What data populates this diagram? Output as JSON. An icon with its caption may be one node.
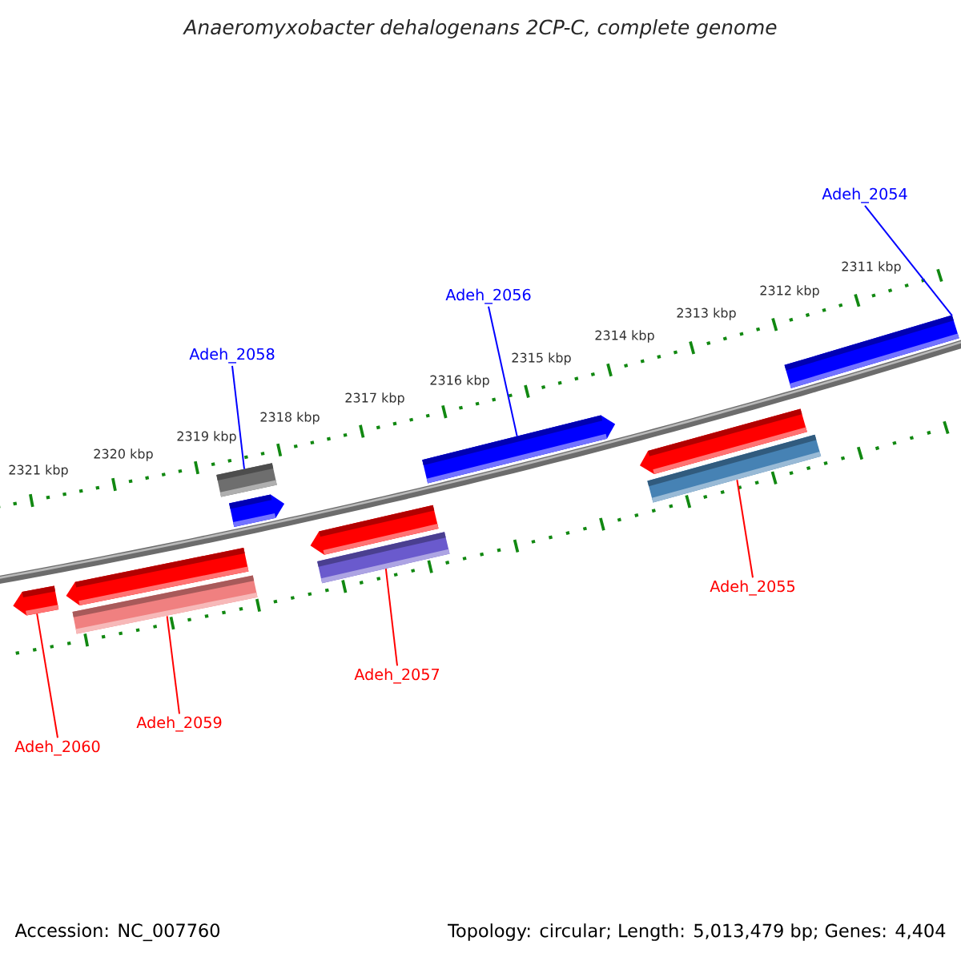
{
  "diagram": {
    "title": "Anaeromyxobacter dehalogenans 2CP-C, complete genome",
    "nodes": [
      {
        "text": [
          "Adeh_2054"
        ]
      },
      {
        "text": [
          "Adeh_2056"
        ]
      },
      {
        "text": [
          "Adeh_2058"
        ]
      },
      {
        "text": [
          "Adeh_2055"
        ]
      },
      {
        "text": [
          "Adeh_2057"
        ]
      },
      {
        "text": [
          "Adeh_2059"
        ]
      },
      {
        "text": [
          "Adeh_2060"
        ]
      },
      {
        "text": [],
        "shape": "pentagon"
      },
      {
        "text": [],
        "shape": "pentagon"
      },
      {
        "text": [],
        "shape": "bar"
      },
      {
        "text": [],
        "shape": "bar"
      },
      {
        "text": [],
        "shape": "pentagon"
      },
      {
        "text": [],
        "shape": "pentagon"
      },
      {
        "text": [],
        "shape": "bar"
      },
      {
        "text": [],
        "shape": "pentagon"
      },
      {
        "text": [],
        "shape": "pentagon"
      },
      {
        "text": [],
        "shape": "bar"
      },
      {
        "text": [],
        "shape": "bar"
      }
    ],
    "edges": [
      {
        "from": 0,
        "to": 17,
        "arrow": "none",
        "color": "#0000ff"
      },
      {
        "from": 1,
        "to": 14,
        "arrow": "none",
        "color": "#0000ff"
      },
      {
        "from": 2,
        "to": 10,
        "arrow": "none",
        "color": "#0000ff"
      },
      {
        "from": 3,
        "to": 16,
        "arrow": "none"
      },
      {
        "from": 4,
        "to": 13,
        "arrow": "none"
      },
      {
        "from": 5,
        "to": 9,
        "arrow": "none"
      },
      {
        "from": 6,
        "to": 7,
        "arrow": "none"
      }
    ],
    "labels": [
      "2311 kbp",
      "2312 kbp",
      "2313 kbp",
      "2314 kbp",
      "2315 kbp",
      "2316 kbp",
      "2317 kbp",
      "2318 kbp",
      "2319 kbp",
      "2320 kbp",
      "2321 kbp",
      "Accession: NC_007760",
      "Topology: circular; Length: 5,013,479 bp; Genes: 4,404"
    ]
  }
}
